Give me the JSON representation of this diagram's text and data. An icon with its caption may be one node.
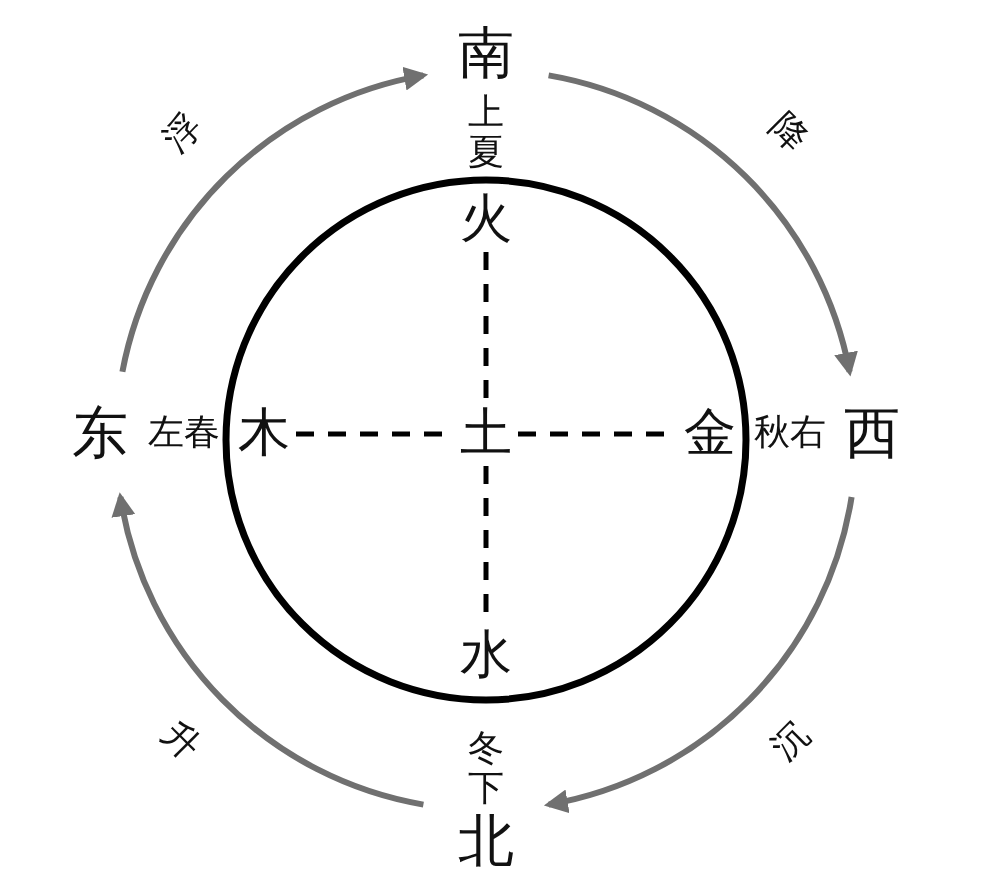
{
  "diagram": {
    "nodes": [
      {
        "text": [
          "南"
        ],
        "beside": [
          "上夏"
        ]
      },
      {
        "text": [
          "火"
        ]
      },
      {
        "text": [
          "东"
        ],
        "beside": [
          "左春"
        ]
      },
      {
        "text": [
          "木"
        ]
      },
      {
        "text": [
          "土"
        ]
      },
      {
        "text": [
          "金"
        ]
      },
      {
        "text": [
          "西"
        ],
        "beside": [
          "秋右"
        ]
      },
      {
        "text": [
          "水"
        ]
      },
      {
        "text": [
          "北"
        ],
        "beside": [
          "冬下"
        ]
      }
    ],
    "edges": [
      {
        "from": 2,
        "to": 0,
        "arrow": "to",
        "label": "浮",
        "color": "#707070"
      },
      {
        "from": 0,
        "to": 6,
        "arrow": "to",
        "label": "降",
        "color": "#707070"
      },
      {
        "from": 6,
        "to": 8,
        "arrow": "to",
        "label": "沉",
        "color": "#707070"
      },
      {
        "from": 8,
        "to": 2,
        "arrow": "to",
        "label": "升",
        "color": "#707070"
      },
      {
        "from": 1,
        "to": 4,
        "arrow": "none",
        "style": "dashed",
        "color": "#000000"
      },
      {
        "from": 3,
        "to": 4,
        "arrow": "none",
        "style": "dashed",
        "color": "#000000"
      },
      {
        "from": 4,
        "to": 5,
        "arrow": "none",
        "style": "dashed",
        "color": "#000000"
      },
      {
        "from": 4,
        "to": 7,
        "arrow": "none",
        "style": "dashed",
        "color": "#000000"
      }
    ]
  }
}
